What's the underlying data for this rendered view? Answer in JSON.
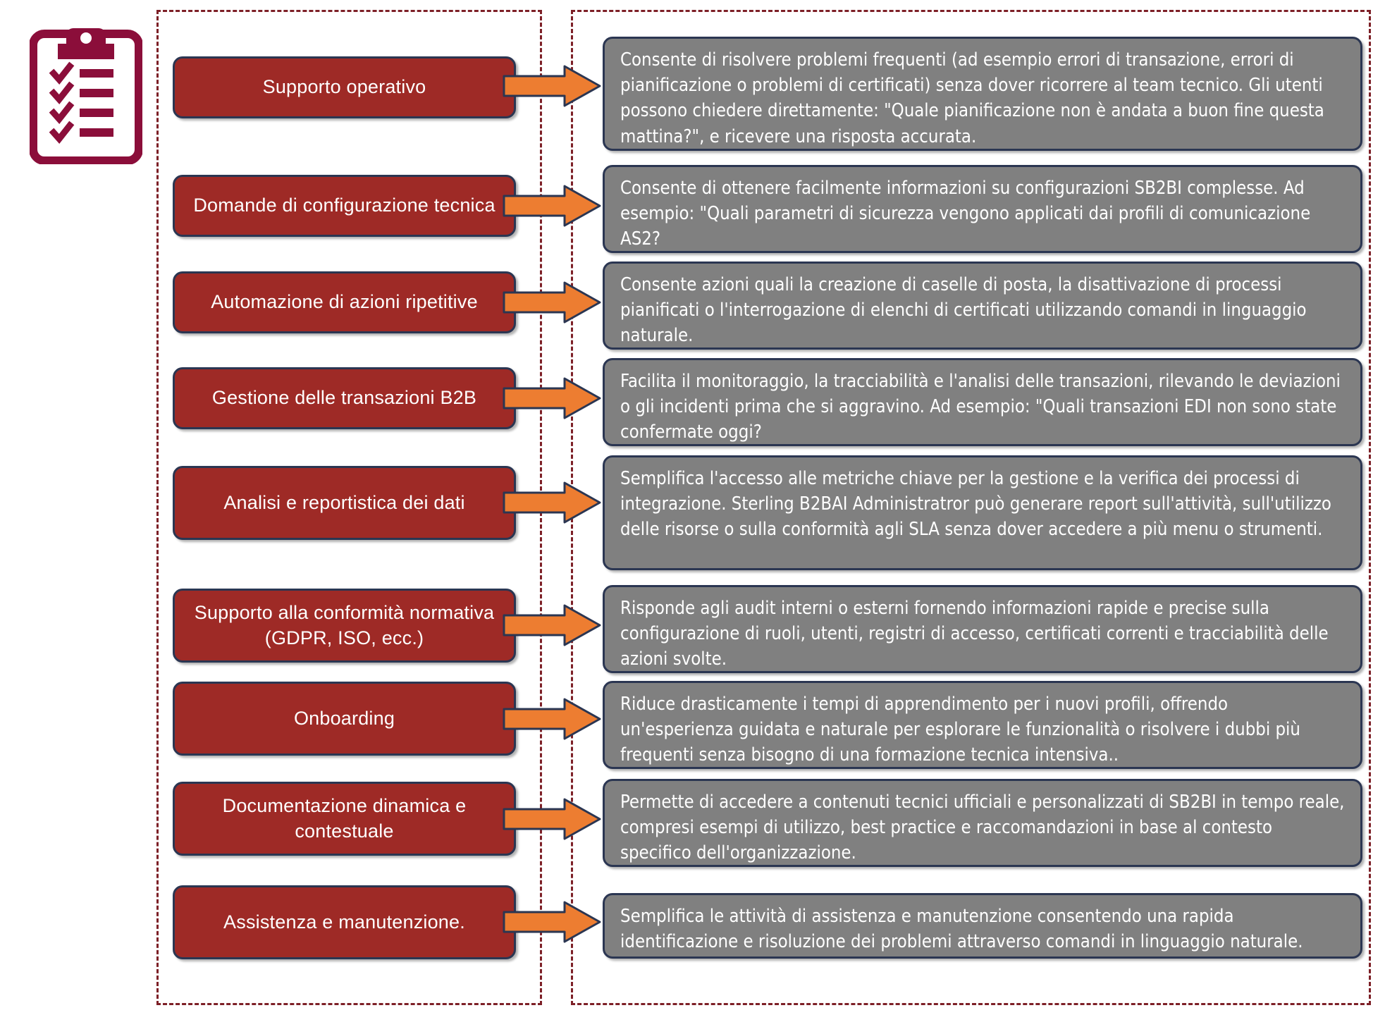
{
  "diagram": {
    "title_icon": "clipboard-checklist-icon",
    "colors": {
      "topic_fill": "#9E2A26",
      "desc_fill": "#808080",
      "box_border": "#2B3652",
      "arrow_fill": "#ED7D31",
      "arrow_border": "#2B3652",
      "group_border": "#7D2027",
      "icon_color": "#8B0E3A",
      "text_color": "#FFFFFF",
      "background": "#FFFFFF"
    },
    "groups": {
      "left_label": "",
      "right_label": ""
    },
    "rows": [
      {
        "id": "supporto-operativo",
        "topic": "Supporto operativo",
        "arrow": "right-block-arrow",
        "description": "Consente di risolvere problemi frequenti (ad esempio errori di transazione, errori di pianificazione o problemi di certificati) senza dover ricorrere al team tecnico. Gli utenti possono chiedere direttamente: \"Quale pianificazione non è andata a buon fine questa mattina?\", e ricevere una risposta accurata."
      },
      {
        "id": "domande-configurazione-tecnica",
        "topic": "Domande di configurazione tecnica",
        "arrow": "right-block-arrow",
        "description": "Consente di ottenere facilmente informazioni su configurazioni SB2BI complesse. Ad esempio: \"Quali parametri di sicurezza vengono applicati dai profili di comunicazione AS2?"
      },
      {
        "id": "automazione-azioni-ripetitive",
        "topic": "Automazione di azioni ripetitive",
        "arrow": "right-block-arrow",
        "description": "Consente azioni quali la creazione di caselle di posta, la disattivazione di processi pianificati o l'interrogazione di elenchi di certificati utilizzando comandi in linguaggio naturale."
      },
      {
        "id": "gestione-transazioni-b2b",
        "topic": "Gestione delle transazioni B2B",
        "arrow": "right-block-arrow",
        "description": "Facilita il monitoraggio, la tracciabilità e l'analisi delle transazioni, rilevando le deviazioni o gli incidenti prima che si aggravino. Ad esempio: \"Quali transazioni EDI non sono state confermate oggi?"
      },
      {
        "id": "analisi-reportistica-dati",
        "topic": "Analisi e reportistica dei dati",
        "arrow": "right-block-arrow",
        "description": "Semplifica l'accesso alle metriche chiave per la gestione e la verifica dei processi di integrazione. Sterling B2BAI Administratror può generare report sull'attività, sull'utilizzo delle risorse o sulla conformità agli SLA senza dover accedere a più menu o strumenti."
      },
      {
        "id": "supporto-conformita-normativa",
        "topic": "Supporto alla conformità normativa (GDPR, ISO, ecc.)",
        "arrow": "right-block-arrow",
        "description": "Risponde agli audit interni o esterni fornendo informazioni rapide e precise sulla configurazione di ruoli, utenti, registri di accesso, certificati correnti e tracciabilità delle azioni svolte."
      },
      {
        "id": "onboarding",
        "topic": "Onboarding",
        "arrow": "right-block-arrow",
        "description": "Riduce drasticamente i tempi di apprendimento per i nuovi profili, offrendo un'esperienza guidata e naturale per esplorare le funzionalità o risolvere i dubbi più frequenti senza bisogno di una formazione tecnica intensiva.."
      },
      {
        "id": "documentazione-dinamica-contestuale",
        "topic": "Documentazione dinamica e contestuale",
        "arrow": "right-block-arrow",
        "description": "Permette di accedere a contenuti tecnici ufficiali e personalizzati di SB2BI in tempo reale, compresi esempi di utilizzo, best practice e raccomandazioni in base al contesto specifico dell'organizzazione."
      },
      {
        "id": "assistenza-manutenzione",
        "topic": "Assistenza e manutenzione.",
        "arrow": "right-block-arrow",
        "description": "Semplifica le attività di assistenza e manutenzione consentendo una rapida identificazione e risoluzione dei problemi attraverso comandi in linguaggio naturale."
      }
    ]
  }
}
